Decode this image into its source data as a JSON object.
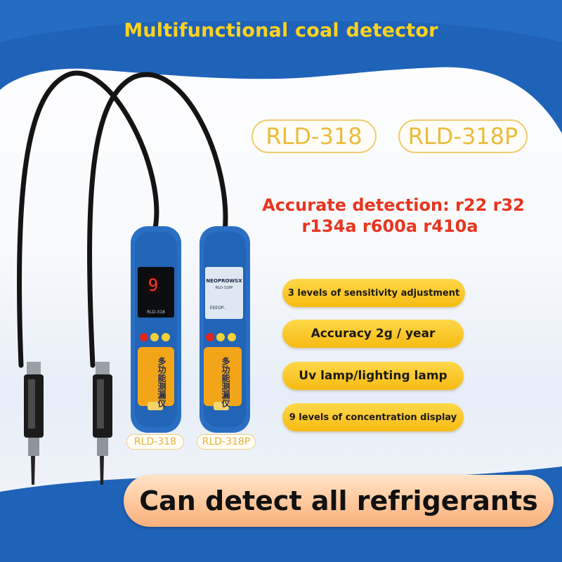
{
  "header": {
    "title": "Multifunctional coal detector"
  },
  "models": {
    "left": "RLD-318",
    "right": "RLD-318P"
  },
  "detection": {
    "line1": "Accurate detection: r22 r32",
    "line2": "r134a r600a r410a"
  },
  "features": [
    "3 levels of sensitivity adjustment",
    "Accuracy 2g / year",
    "Uv lamp/lighting lamp",
    "9 levels of concentration display"
  ],
  "devices": {
    "left": {
      "model_label": "RLD-318",
      "display_digit": "9",
      "screen_caption": "RLD-318",
      "body_text": "多功能测漏仪"
    },
    "right": {
      "model_label": "RLD-318P",
      "brand": "NEOPROWSX",
      "screen_model": "RLD-318P",
      "screen_status": "EEEOP..",
      "body_text": "多功能测漏仪"
    }
  },
  "banner": {
    "text": "Can detect all refrigerants"
  },
  "colors": {
    "brand_blue": "#1f63b8",
    "accent_yellow": "#f6bb12",
    "title_yellow": "#ffd21f",
    "detection_red": "#e8351f"
  }
}
